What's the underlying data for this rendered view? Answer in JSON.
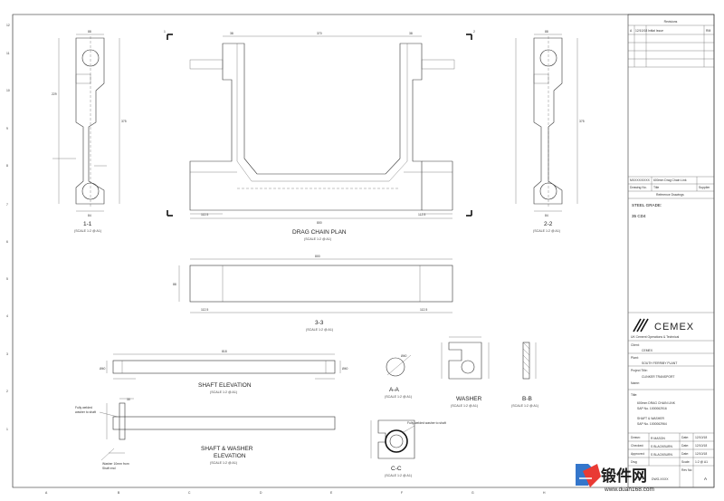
{
  "drawing": {
    "views": {
      "drag_chain_plan": {
        "title": "DRAG CHAIN PLAN",
        "scale": "(SCALE 1:2 @ A1)",
        "dim_total": "800",
        "dim_left": "112.5",
        "dim_right": "112.5",
        "dim_top": "370",
        "dim_left_top": "38",
        "dim_right_top": "38"
      },
      "section_1_1": {
        "title": "1-1",
        "scale": "(SCALE 1:2 @ A1)",
        "dim_top": "88",
        "dim_bottom": "84",
        "dim_height": "375",
        "dim_mid": "229"
      },
      "section_2_2": {
        "title": "2-2",
        "scale": "(SCALE 1:2 @ A1)",
        "dim_top": "88",
        "dim_bottom": "84",
        "dim_height": "375"
      },
      "section_3_3": {
        "title": "3-3",
        "scale": "(SCALE 1:2 @ A1)",
        "dim_total": "800",
        "dim_left": "112.5",
        "dim_right": "112.5",
        "dim_height": "88"
      },
      "shaft_elevation": {
        "title": "SHAFT ELEVATION",
        "scale": "(SCALE 1:2 @ A1)",
        "dim_length": "818",
        "dim_left": "Ø40",
        "dim_right": "Ø40"
      },
      "shaft_washer": {
        "title": "SHAFT & WASHER",
        "title2": "ELEVATION",
        "scale": "(SCALE 1:2 @ A1)",
        "note1": "Fully welded",
        "note1b": "washer to shaft",
        "note2": "Washer 10mm from",
        "note2b": "Shaft end"
      },
      "section_a_a": {
        "title": "A-A",
        "scale": "(SCALE 1:2 @ A1)",
        "dim": "Ø40"
      },
      "washer": {
        "title": "WASHER",
        "scale": "(SCALE 1:2 @ A1)"
      },
      "section_b_b": {
        "title": "B-B",
        "scale": "(SCALE 1:2 @ A1)"
      },
      "section_c_c": {
        "title": "C-C",
        "scale": "(SCALE 1:2 @ A1)",
        "note": "Fully welded washer to shaft"
      }
    },
    "title_block": {
      "revisions_heading": "Revisions",
      "rev_row": {
        "rev": "A",
        "date": "12/10/18",
        "desc": "Initial Issue",
        "by": "RM"
      },
      "ref_table": {
        "drawing_ref": "MXXXX/XXXX",
        "drawing_desc": "600mm Drag Chain Link",
        "col_drawing_no": "Drawing No.",
        "col_title": "Title",
        "col_supplier": "Supplier",
        "ref_drawings": "Reference Drawings"
      },
      "steel_grade_label": "STEEL GRADE:",
      "steel_grade_value": "35 CD4",
      "brand": "CEMEX",
      "brand_sub": "UK Cement Operations & Technical",
      "client_label": "Client:",
      "client_value": "CEMEX",
      "plant_label": "Plant:",
      "plant_value": "SOUTH FERRIBY PLANT",
      "project_label": "Project Title:",
      "project_value": "CLINKER TRANSPORT",
      "name_label": "Name:",
      "title_label": "Title:",
      "title_line1": "600mm DRAG CHAIN LINK",
      "title_line2": "SAP No. 1000062916",
      "title_line3": "SHAFT & WASHER",
      "title_line4": "SAP No. 1000062964",
      "drawn_label": "Drawn:",
      "drawn_value": "R MASON",
      "drawn_date_label": "Date:",
      "drawn_date": "12/10/18",
      "checked_label": "Checked:",
      "checked_value": "S BLACKBURN",
      "checked_date_label": "Date:",
      "checked_date": "12/10/18",
      "approved_label": "Approved:",
      "approved_value": "S BLACKBURN",
      "approved_date_label": "Date:",
      "approved_date": "12/10/18",
      "dwg_label": "Dwg",
      "scale_label": "Scale:",
      "scale_value": "1:2 @ A1",
      "rev_label": "Rev No:",
      "rev_value": "A",
      "dwg_no": "DWG-XXXX"
    },
    "watermark": {
      "text": "锻件网",
      "url": "www.duan168.com"
    },
    "grid": {
      "top": [
        "12",
        "11",
        "10",
        "9",
        "8",
        "7",
        "6",
        "5",
        "4",
        "3",
        "2",
        "1"
      ],
      "side": [
        "A",
        "B",
        "C",
        "D",
        "E",
        "F",
        "G",
        "H"
      ]
    }
  }
}
